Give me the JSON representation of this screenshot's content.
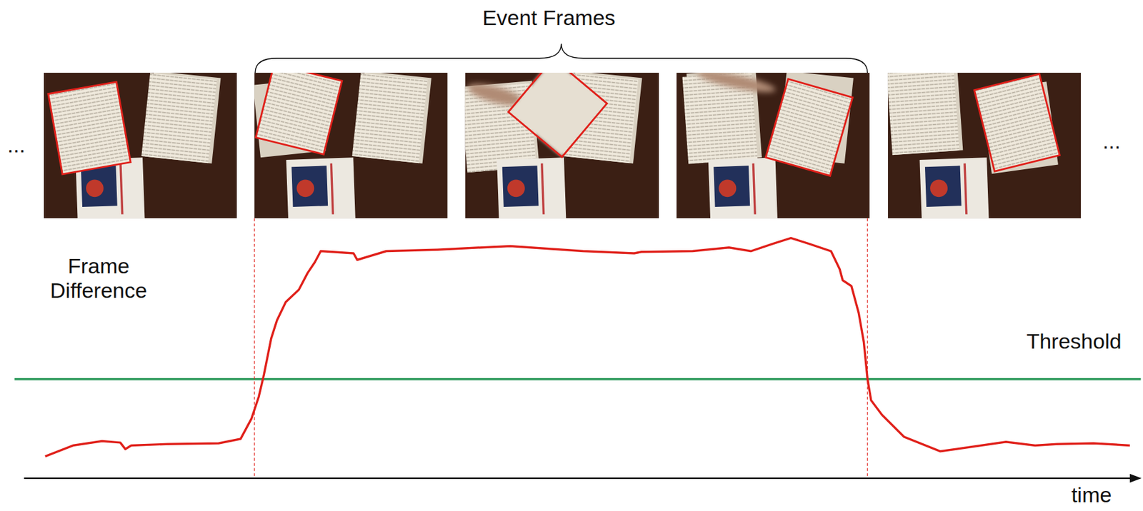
{
  "diagram": {
    "labels": [
      "Event Frames",
      "...",
      "...",
      "Frame Difference",
      "Threshold",
      "time"
    ]
  }
}
